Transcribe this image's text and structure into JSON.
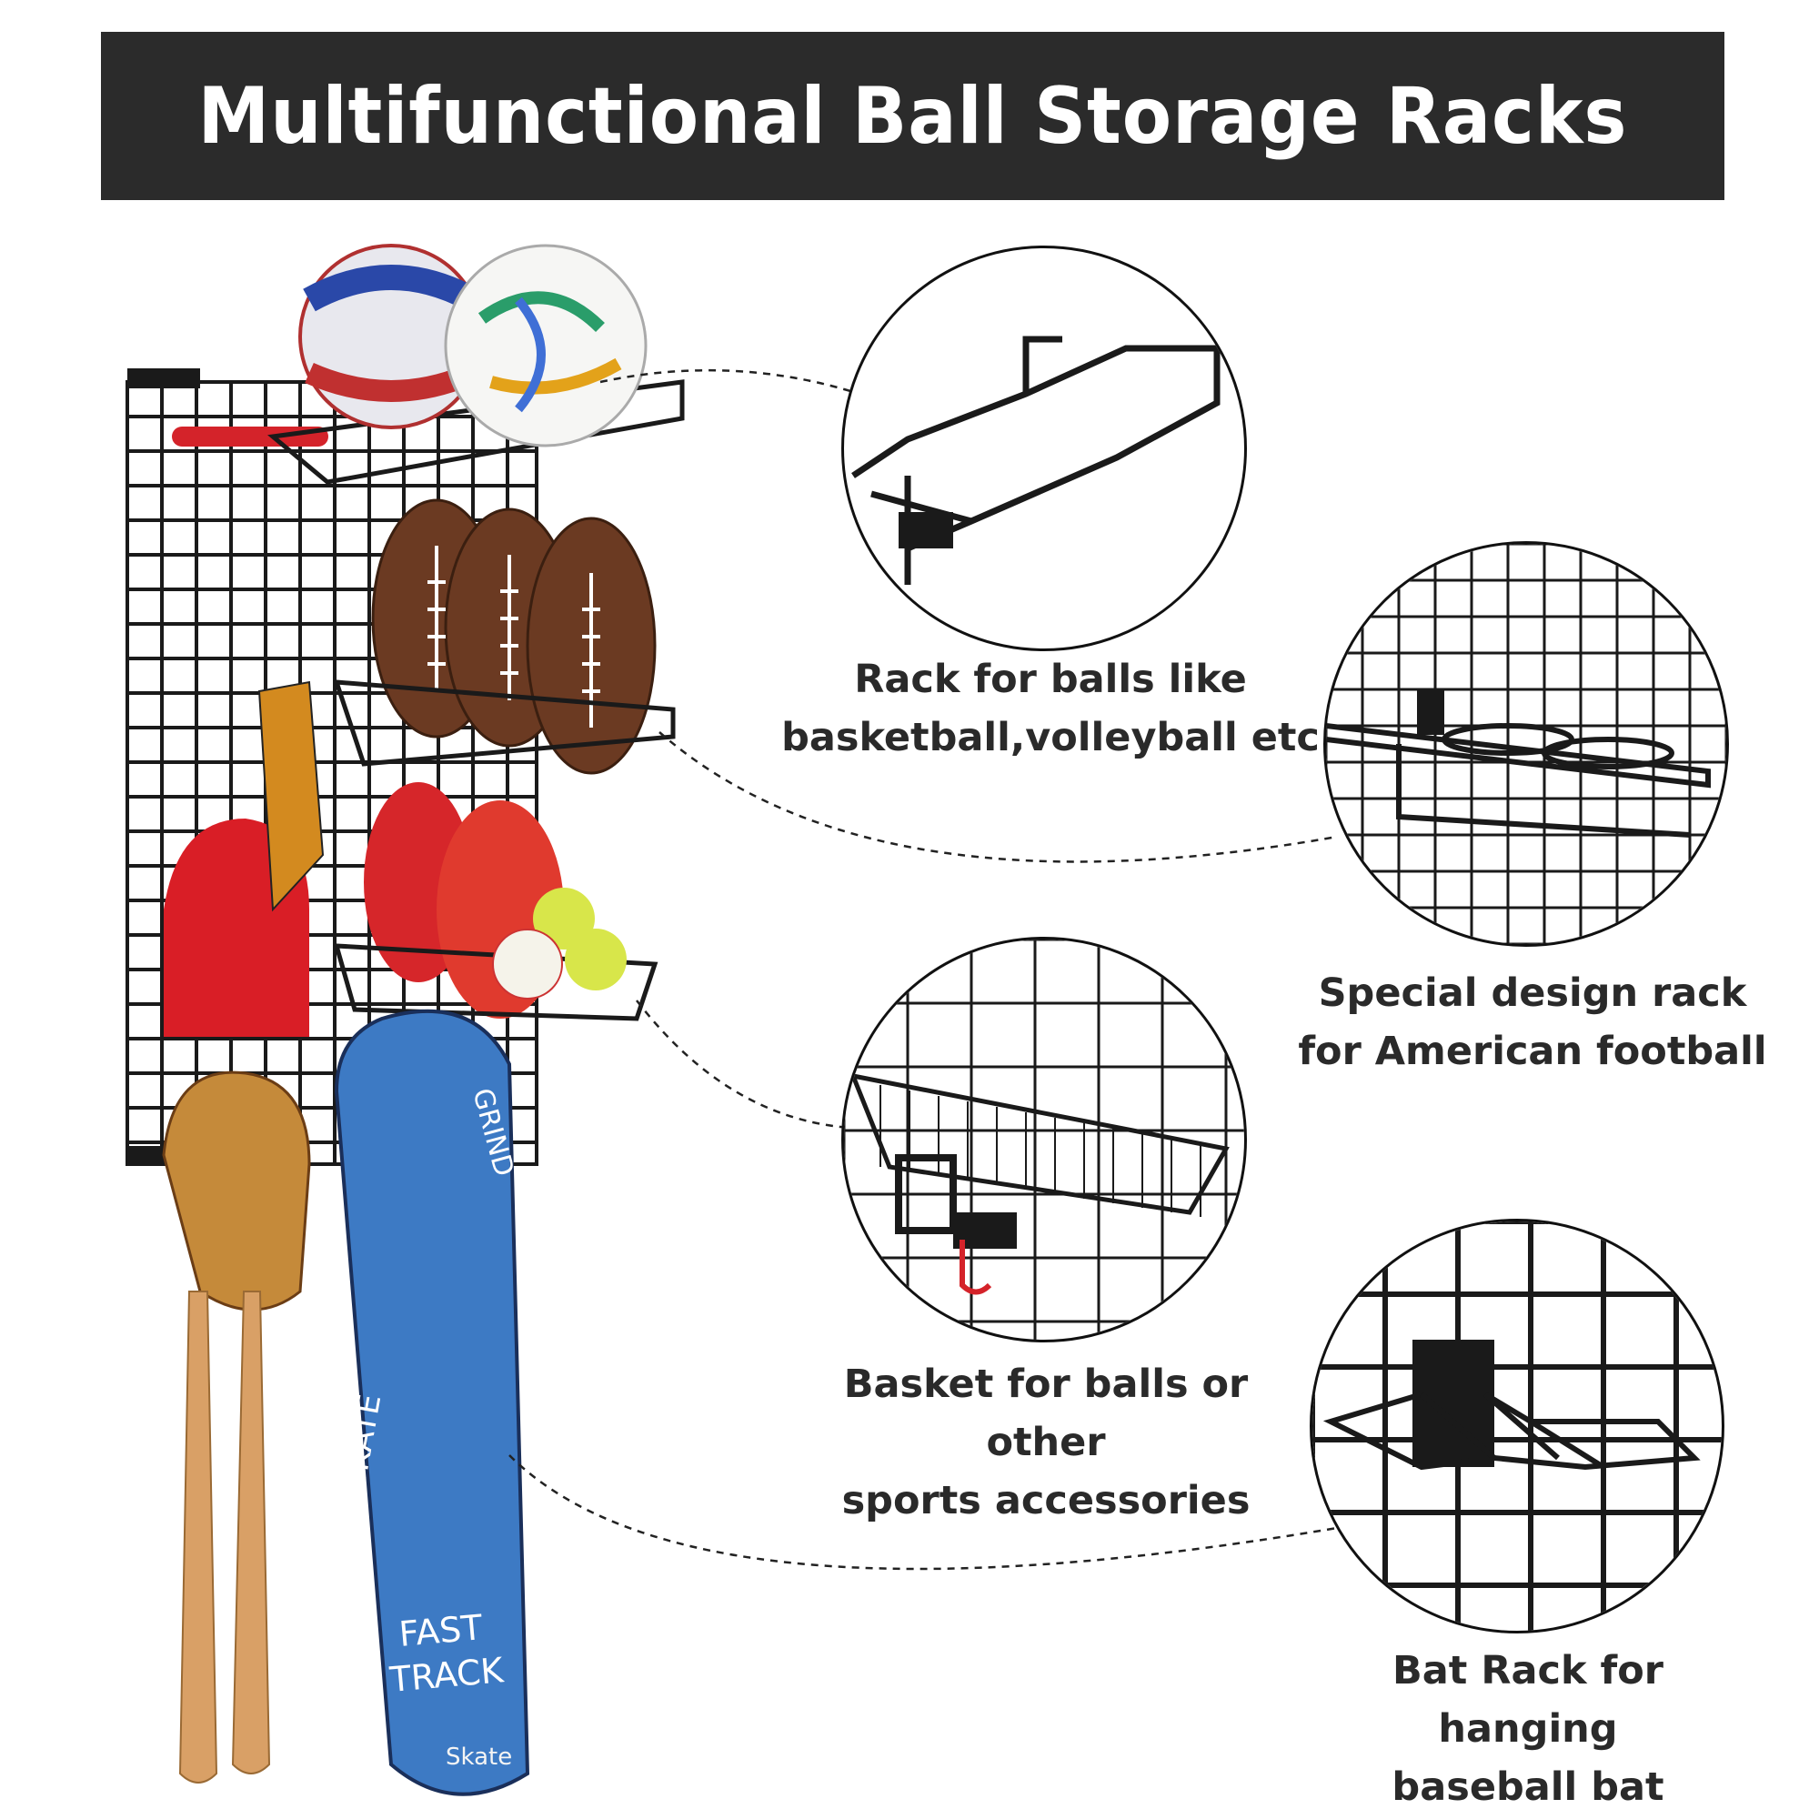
{
  "header": {
    "title": "Multifunctional Ball Storage Racks"
  },
  "callouts": [
    {
      "id": "ball-rack",
      "label_lines": [
        "Rack for balls like",
        "basketball,volleyball etc"
      ]
    },
    {
      "id": "football-rack",
      "label_lines": [
        "Special design rack",
        "for American football"
      ]
    },
    {
      "id": "basket",
      "label_lines": [
        "Basket for balls or other",
        "sports accessories"
      ]
    },
    {
      "id": "bat-rack",
      "label_lines": [
        "Bat Rack for hanging",
        "baseball bat"
      ]
    }
  ],
  "product_image": {
    "skateboard_text": [
      "GRIND",
      "SKATE",
      "FAST",
      "TRACK",
      "Skate"
    ]
  },
  "colors": {
    "banner": "#2b2b2b",
    "caption": "#2a2a2a",
    "metal": "#1a1a1a",
    "hook_red": "#d4232a",
    "football": "#6b3a22",
    "bat_wood": "#d9a066"
  }
}
